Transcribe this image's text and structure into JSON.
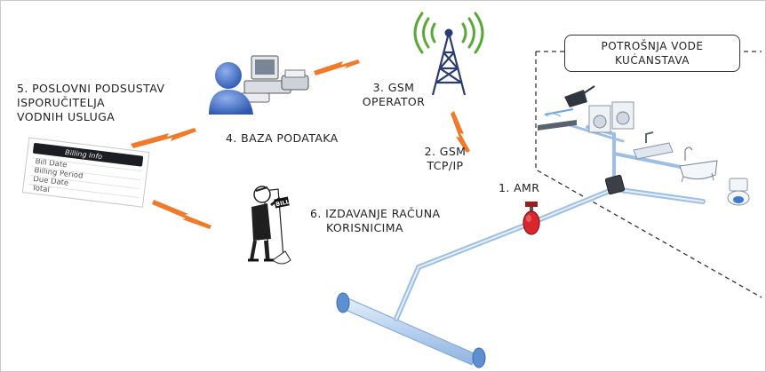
{
  "nodes": {
    "amr": {
      "label": "1. AMR"
    },
    "gsm_tcpip": {
      "line1": "2. GSM",
      "line2": "TCP/IP"
    },
    "gsm_operator": {
      "line1": "3. GSM",
      "line2": "OPERATOR"
    },
    "database": {
      "label": "4. BAZA PODATAKA"
    },
    "business_subsystem": {
      "line1": "5. POSLOVNI PODSUSTAV",
      "line2": "ISPORUČITELJA",
      "line3": "VODNIH USLUGA"
    },
    "billing": {
      "line1": "6. IZDAVANJE RAČUNA",
      "line2": "KORISNICIMA"
    }
  },
  "household": {
    "title_line1": "POTROŠNJA VODE",
    "title_line2": "KUĆANSTAVA"
  },
  "billing_sheet": {
    "header": "Billing Info",
    "rows": [
      "Bill Date",
      "Billing Period",
      "Due Date",
      "Total"
    ]
  },
  "bill_tag": "BILL",
  "colors": {
    "lightning": "#f07a2a",
    "pipe": "#a9c7e8",
    "tower": "#2b3d6e",
    "signal_waves": "#5aa83a",
    "meter": "#d8262c",
    "user_icon": "#3f6cc0"
  }
}
